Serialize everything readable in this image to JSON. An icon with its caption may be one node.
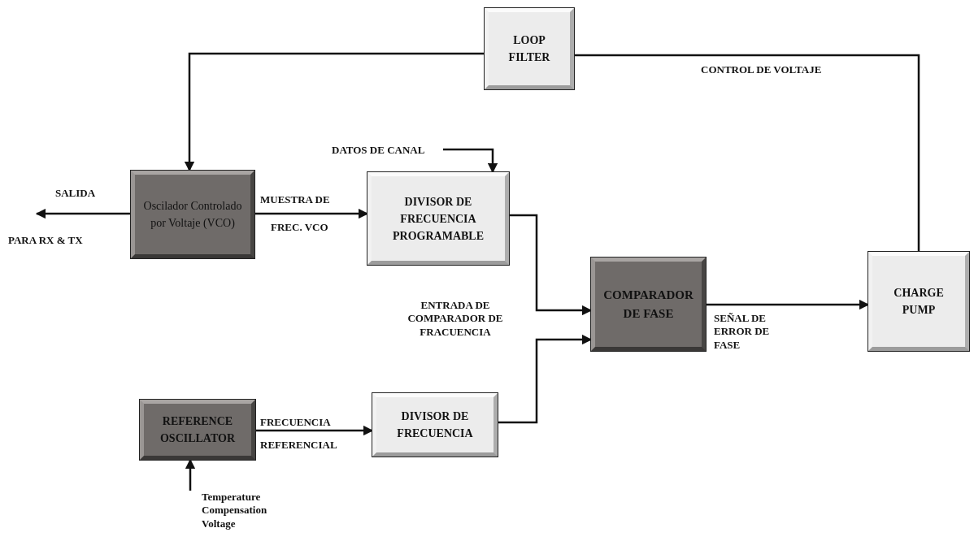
{
  "diagram": {
    "nodes": [
      {
        "text": [
          "LOOP FILTER"
        ]
      },
      {
        "text": [
          "Oscilador Controlado por Voltaje (VCO)"
        ]
      },
      {
        "text": [
          "DIVISOR DE FRECUENCIA PROGRAMABLE"
        ]
      },
      {
        "text": [
          "COMPARADOR DE FASE"
        ]
      },
      {
        "text": [
          "CHARGE PUMP"
        ]
      },
      {
        "text": [
          "REFERENCE OSCILLATOR"
        ]
      },
      {
        "text": [
          "DIVISOR DE FRECUENCIA"
        ]
      },
      {
        "text": [
          "Temperature Compensation Voltage"
        ]
      },
      {
        "text": [
          "DATOS DE CANAL"
        ]
      }
    ],
    "edges": [
      {
        "from": 4,
        "to": 0,
        "arrow": "none",
        "label": "CONTROL DE VOLTAJE"
      },
      {
        "from": 0,
        "to": 1,
        "arrow": "to"
      },
      {
        "from": 1,
        "to": null,
        "arrow": "to"
      },
      {
        "from": 1,
        "to": 2,
        "arrow": "to"
      },
      {
        "from": 8,
        "to": 2,
        "arrow": "to"
      },
      {
        "from": 2,
        "to": 3,
        "arrow": "to"
      },
      {
        "from": 6,
        "to": 3,
        "arrow": "to"
      },
      {
        "from": 3,
        "to": 4,
        "arrow": "to",
        "label": "SEÑAL DE ERROR DE FASE"
      },
      {
        "from": 5,
        "to": 6,
        "arrow": "to"
      },
      {
        "from": 7,
        "to": 5,
        "arrow": "to"
      }
    ],
    "labels": [
      "SALIDA",
      "PARA RX & TX",
      "MUESTRA DE",
      "FREC. VCO",
      "ENTRADA DE COMPARADOR DE FRACUENCIA",
      "FRECUENCIA",
      "REFERENCIAL"
    ]
  }
}
